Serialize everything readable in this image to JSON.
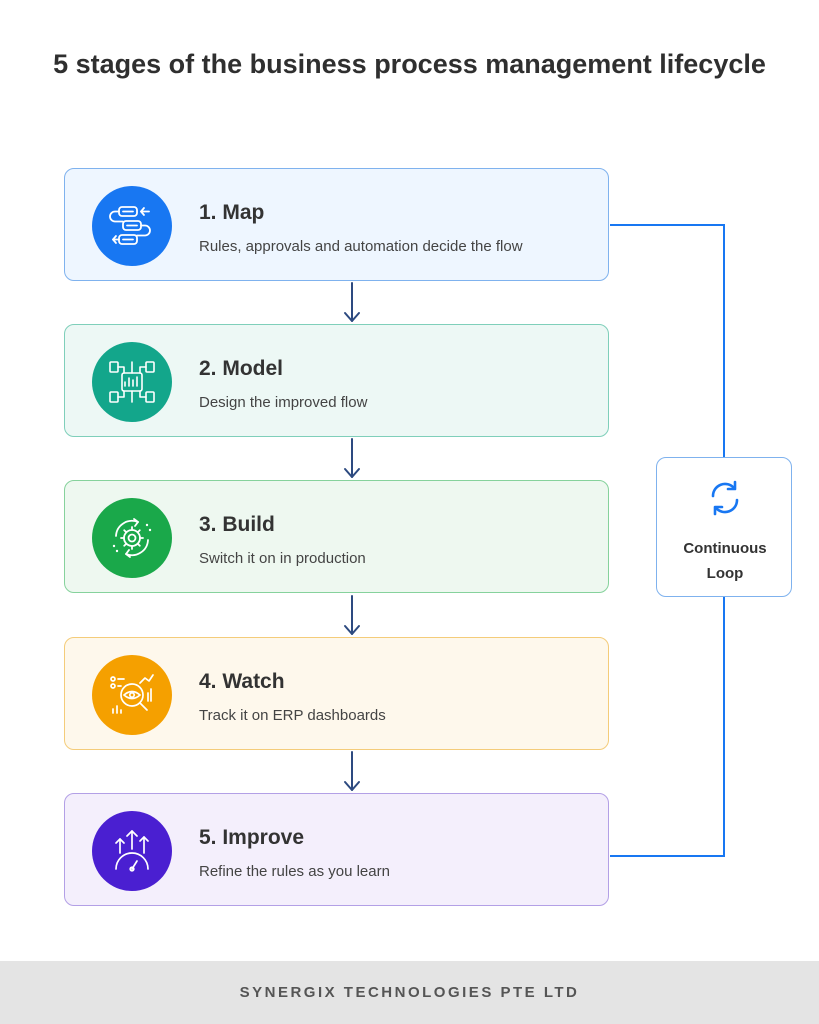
{
  "title": "5 stages of the business process management lifecycle",
  "stages": [
    {
      "title": "1. Map",
      "description": "Rules, approvals and automation decide the flow",
      "icon": "flow-map-icon",
      "color": "#1877f2"
    },
    {
      "title": "2. Model",
      "description": "Design the improved flow",
      "icon": "process-model-icon",
      "color": "#13a68b"
    },
    {
      "title": "3. Build",
      "description": "Switch it on in production",
      "icon": "gear-cycle-icon",
      "color": "#1aa84a"
    },
    {
      "title": "4. Watch",
      "description": "Track it on ERP dashboards",
      "icon": "eye-analytics-icon",
      "color": "#f5a000"
    },
    {
      "title": "5. Improve",
      "description": "Refine the rules as you learn",
      "icon": "growth-arrows-icon",
      "color": "#4a1fd1"
    }
  ],
  "loop": {
    "label_line1": "Continuous",
    "label_line2": "Loop",
    "icon": "refresh-icon",
    "color": "#1877f2"
  },
  "footer": {
    "text": "SYNERGIX TECHNOLOGIES PTE LTD"
  },
  "colors": {
    "connector": "#1877f2",
    "stage_arrow": "#2d4a80"
  }
}
